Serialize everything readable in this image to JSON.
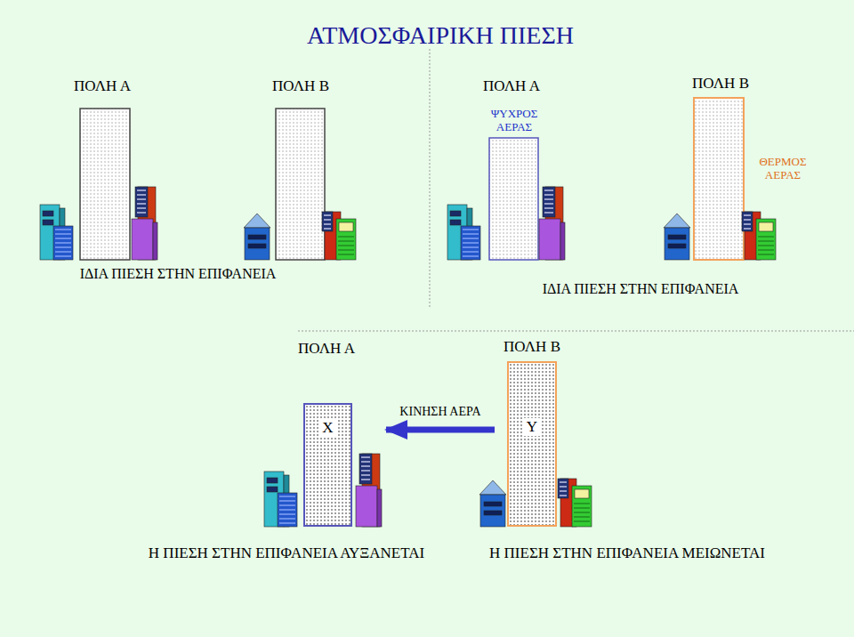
{
  "diagram": {
    "title": "ΑΤΜΟΣΦΑΙΡΙΚΗ ΠΙΕΣΗ",
    "nodes": [
      {
        "text": [
          "Χ"
        ]
      },
      {
        "text": [
          "Υ"
        ]
      }
    ],
    "edges": [
      {
        "from": 1,
        "to": 0,
        "arrow": "to",
        "label": "ΚΙΝΗΣΗ ΑΕΡΑ"
      }
    ],
    "labels": [
      "ΠΟΛΗ Α",
      "ΠΟΛΗ Β",
      "ΠΟΛΗ Α",
      "ΠΟΛΗ Β",
      "ΨΥΧΡΟΣ ΑΕΡΑΣ",
      "ΘΕΡΜΟΣ ΑΕΡΑΣ",
      "ΙΔΙΑ ΠΙΕΣΗ ΣΤΗΝ ΕΠΙΦΑΝΕΙΑ",
      "ΙΔΙΑ ΠΙΕΣΗ ΣΤΗΝ ΕΠΙΦΑΝΕΙΑ",
      "ΠΟΛΗ Α",
      "ΠΟΛΗ Β",
      "Η ΠΙΕΣΗ ΣΤΗΝ ΕΠΙΦΑΝΕΙΑ ΑΥΞΑΝΕΤΑΙ",
      "Η ΠΙΕΣΗ ΣΤΗΝ ΕΠΙΦΑΝΕΙΑ ΜΕΙΩΝΕΤΑΙ"
    ]
  }
}
